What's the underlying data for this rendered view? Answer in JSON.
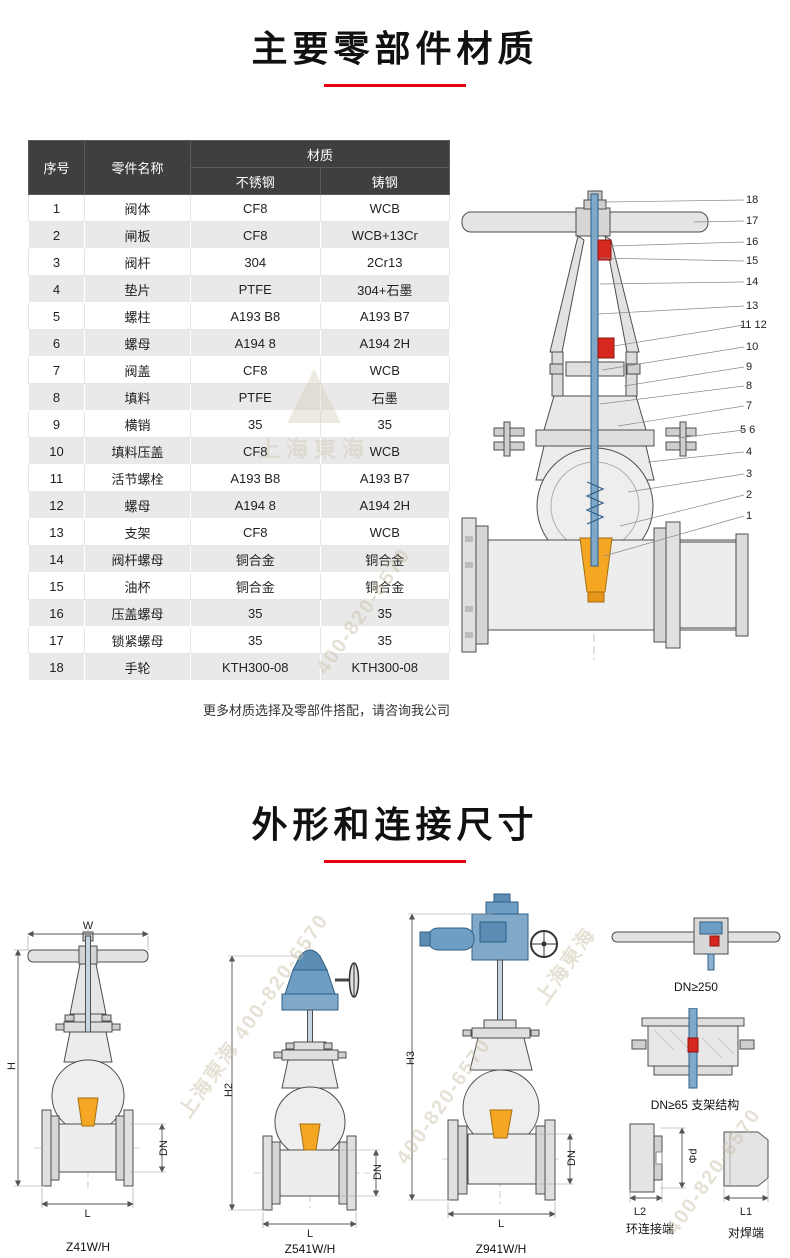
{
  "page": {
    "section1_title": "主要零部件材质",
    "section2_title": "外形和连接尺寸",
    "table_note": "更多材质选择及零部件搭配，请咨询我公司"
  },
  "materials_table": {
    "header": {
      "no": "序号",
      "part": "零件名称",
      "material": "材质",
      "stainless": "不锈钢",
      "cast": "铸钢"
    },
    "rows": [
      {
        "no": "1",
        "part": "阀体",
        "ss": "CF8",
        "cs": "WCB"
      },
      {
        "no": "2",
        "part": "闸板",
        "ss": "CF8",
        "cs": "WCB+13Cr"
      },
      {
        "no": "3",
        "part": "阀杆",
        "ss": "304",
        "cs": "2Cr13"
      },
      {
        "no": "4",
        "part": "垫片",
        "ss": "PTFE",
        "cs": "304+石墨"
      },
      {
        "no": "5",
        "part": "螺柱",
        "ss": "A193 B8",
        "cs": "A193 B7"
      },
      {
        "no": "6",
        "part": "螺母",
        "ss": "A194 8",
        "cs": "A194 2H"
      },
      {
        "no": "7",
        "part": "阀盖",
        "ss": "CF8",
        "cs": "WCB"
      },
      {
        "no": "8",
        "part": "填料",
        "ss": "PTFE",
        "cs": "石墨"
      },
      {
        "no": "9",
        "part": "横销",
        "ss": "35",
        "cs": "35"
      },
      {
        "no": "10",
        "part": "填料压盖",
        "ss": "CF8",
        "cs": "WCB"
      },
      {
        "no": "11",
        "part": "活节螺栓",
        "ss": "A193 B8",
        "cs": "A193 B7"
      },
      {
        "no": "12",
        "part": "螺母",
        "ss": "A194 8",
        "cs": "A194 2H"
      },
      {
        "no": "13",
        "part": "支架",
        "ss": "CF8",
        "cs": "WCB"
      },
      {
        "no": "14",
        "part": "阀杆螺母",
        "ss": "铜合金",
        "cs": "铜合金"
      },
      {
        "no": "15",
        "part": "油杯",
        "ss": "铜合金",
        "cs": "铜合金"
      },
      {
        "no": "16",
        "part": "压盖螺母",
        "ss": "35",
        "cs": "35"
      },
      {
        "no": "17",
        "part": "锁紧螺母",
        "ss": "35",
        "cs": "35"
      },
      {
        "no": "18",
        "part": "手轮",
        "ss": "KTH300-08",
        "cs": "KTH300-08"
      }
    ]
  },
  "cross_section": {
    "callouts": [
      "18",
      "17",
      "16",
      "15",
      "14",
      "13",
      "11 12",
      "10",
      "9",
      "8",
      "7",
      "5 6",
      "4",
      "3",
      "2",
      "1"
    ]
  },
  "models": [
    "Z41W/H",
    "Z541W/H",
    "Z941W/H"
  ],
  "dims": {
    "w": "W",
    "h": "H",
    "h2": "H2",
    "h3": "H3",
    "l": "L",
    "dn": "DN",
    "l1": "L1",
    "l2": "L2",
    "phi_d": "Φd"
  },
  "variants": {
    "dn250": "DN≥250",
    "dn65_bracket": "DN≥65 支架结构",
    "ring_end": "环连接端",
    "weld_end": "对焊端"
  },
  "watermark": {
    "brand": "上海東海",
    "phone": "400-820-6570"
  },
  "colors": {
    "accent_red": "#e60012",
    "steel_blue": "#6f9ec4",
    "part_orange": "#f5a623",
    "part_red": "#d6281e",
    "header_dark": "#3f3f3f"
  }
}
